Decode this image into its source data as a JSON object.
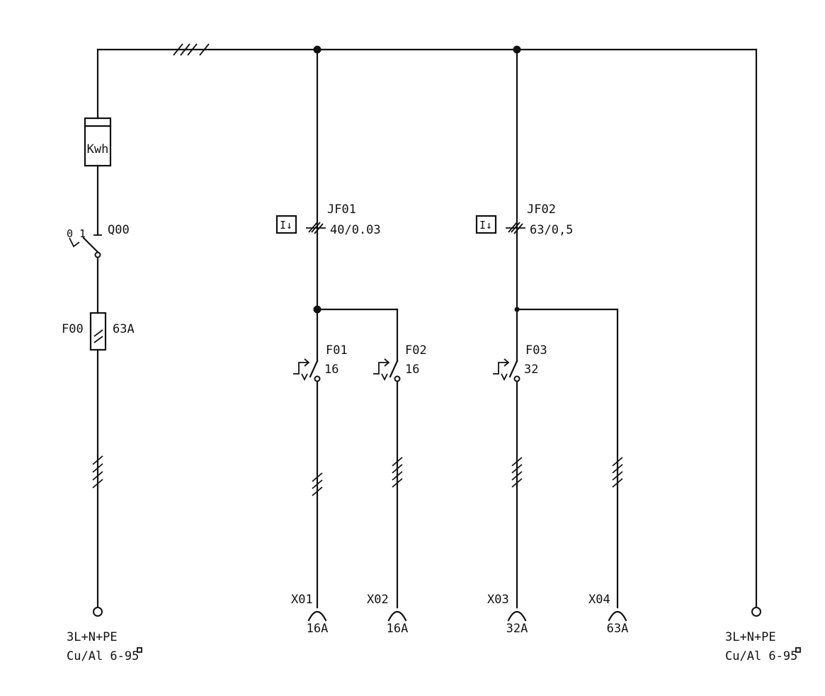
{
  "diagram": {
    "feed_left": {
      "line1": "3L+N+PE",
      "line2": "Cu/Al 6-95"
    },
    "feed_right": {
      "line1": "3L+N+PE",
      "line2": "Cu/Al 6-95"
    },
    "meter": {
      "label": "Kwh"
    },
    "main_switch": {
      "id": "Q00",
      "positions": "0 1"
    },
    "main_fuse": {
      "id": "F00",
      "rating": "63A"
    },
    "rcd1": {
      "id": "JF01",
      "rating": "40/0.03",
      "symbol": "I↓"
    },
    "rcd2": {
      "id": "JF02",
      "rating": "63/0,5",
      "symbol": "I↓"
    },
    "breakers": [
      {
        "id": "F01",
        "rating": "16"
      },
      {
        "id": "F02",
        "rating": "16"
      },
      {
        "id": "F03",
        "rating": "32"
      }
    ],
    "outlets": [
      {
        "id": "X01",
        "rating": "16A"
      },
      {
        "id": "X02",
        "rating": "16A"
      },
      {
        "id": "X03",
        "rating": "32A"
      },
      {
        "id": "X04",
        "rating": "63A"
      }
    ]
  }
}
